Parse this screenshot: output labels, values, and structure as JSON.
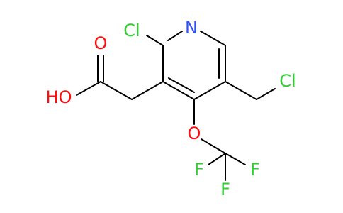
{
  "molecule": {
    "colors": {
      "bond": "#000000",
      "Cl": "#33cc33",
      "N": "#3050f8",
      "O": "#ff0d0d",
      "F": "#33cc33"
    },
    "atoms": {
      "cl_ring": "Cl",
      "n_ring": "N",
      "o_carbonyl": "O",
      "oh": "HO",
      "cl_chloromethyl": "Cl",
      "o_ether": "O",
      "f_left": "F",
      "f_right": "F",
      "f_bottom": "F"
    }
  }
}
